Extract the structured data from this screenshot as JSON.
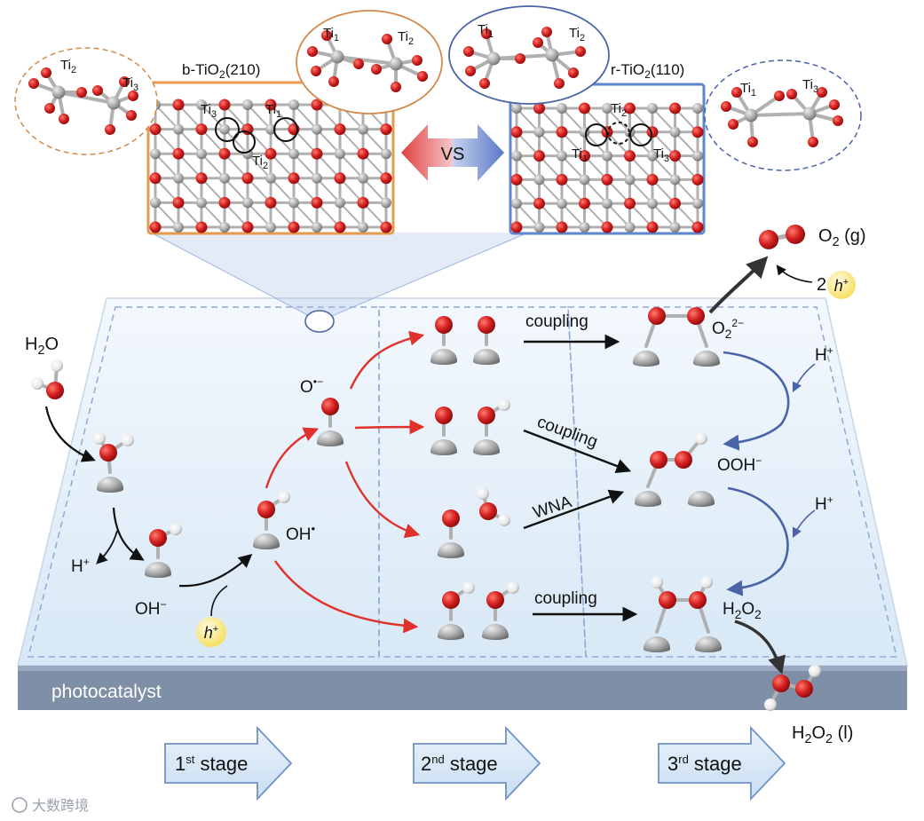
{
  "panels": {
    "left_title": "b-TiO2(210)",
    "right_title": "r-TiO2(110)",
    "vs": "VS",
    "ti1": "Ti1",
    "ti2": "Ti2",
    "ti3": "Ti3"
  },
  "platform": {
    "label": "photocatalyst"
  },
  "species": {
    "h2o": "H2O",
    "h_plus_release": "H+",
    "oh_minus": "OH−",
    "h_hole": "h+",
    "oh_radical": "OH•",
    "o_radical": "O•−",
    "o2_peroxide": "O22−",
    "ooh_minus": "OOH−",
    "h2o2_surface": "H2O2",
    "h2o2_liquid": "H2O2 (l)",
    "o2_gas": "O2 (g)",
    "two_h": "2 h+",
    "h_plus_1": "H+",
    "h_plus_2": "H+"
  },
  "steps": {
    "coupling_1": "coupling",
    "coupling_2": "coupling",
    "wna": "WNA",
    "coupling_3": "coupling"
  },
  "stages": [
    {
      "label": "1st stage"
    },
    {
      "label": "2nd stage"
    },
    {
      "label": "3rd stage"
    }
  ],
  "watermark": "大数跨境",
  "colors": {
    "oxygen": "#d42020",
    "hydrogen": "#f4f4f4",
    "titanium": "#9c9c9c",
    "red_arrow": "#e0312b",
    "blue_arrow": "#4a64a8",
    "black_arrow": "#111111",
    "left_frame": "#e69a4c",
    "right_frame": "#5c86cf",
    "platform_top": "#e6f0fa",
    "platform_side": "#7f8fa8",
    "hole": "#fbe98a"
  }
}
